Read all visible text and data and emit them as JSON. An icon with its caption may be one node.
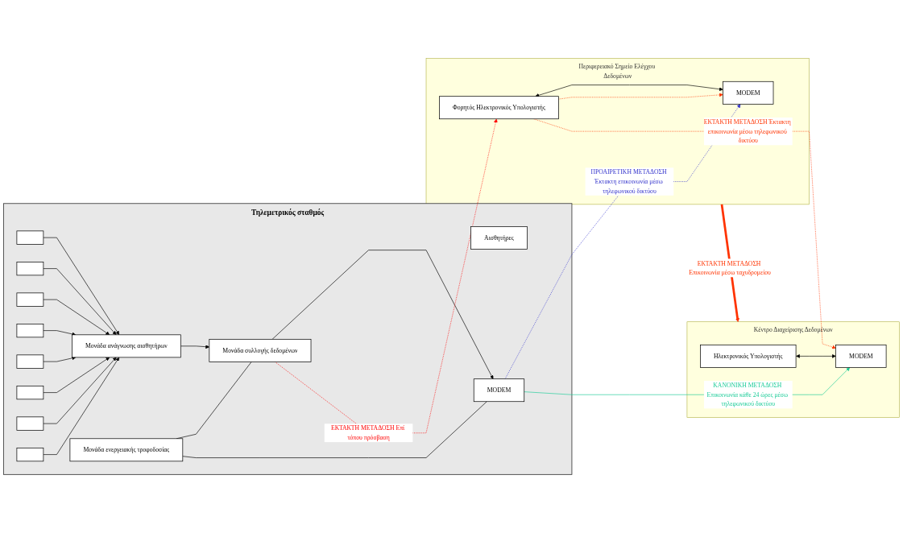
{
  "diagram": {
    "nodes": [
      {
        "text": [
          "Τηλεμετρικός σταθμός"
        ]
      },
      {
        "text": [
          "Αισθητήρες"
        ],
        "in": 0
      },
      {
        "text": [],
        "shape": "box",
        "in": 0
      },
      {
        "text": [],
        "shape": "box",
        "in": 0
      },
      {
        "text": [],
        "shape": "box",
        "in": 0
      },
      {
        "text": [],
        "shape": "box",
        "in": 0
      },
      {
        "text": [],
        "shape": "box",
        "in": 0
      },
      {
        "text": [],
        "shape": "box",
        "in": 0
      },
      {
        "text": [],
        "shape": "box",
        "in": 0
      },
      {
        "text": [],
        "shape": "box",
        "in": 0
      },
      {
        "text": [
          "Μονάδα ανάγνωσης αισθητήρων"
        ],
        "in": 0
      },
      {
        "text": [
          "Μονάδα ενεργειακής τροφοδοσίας"
        ],
        "in": 0
      },
      {
        "text": [
          "Μονάδα συλλογής δεδομένων"
        ],
        "in": 0
      },
      {
        "text": [
          "MODEM"
        ],
        "in": 0
      },
      {
        "text": [
          "Περιφερειακό Σημείο Ελέγχου Δεδομένων"
        ]
      },
      {
        "text": [
          "Φορητός Ηλεκτρονικός Υπολογιστής"
        ],
        "in": 14
      },
      {
        "text": [
          "MODEM"
        ],
        "in": 14
      },
      {
        "text": [
          "Κέντρο Διαχείρισης Δεδομένων"
        ]
      },
      {
        "text": [
          "Ηλεκτρονικός Υπολογιστής"
        ],
        "in": 17
      },
      {
        "text": [
          "MODEM"
        ],
        "in": 17
      }
    ],
    "edges": [
      {
        "from": 2,
        "to": 10,
        "arrow": "to"
      },
      {
        "from": 3,
        "to": 10,
        "arrow": "to"
      },
      {
        "from": 4,
        "to": 10,
        "arrow": "to"
      },
      {
        "from": 5,
        "to": 10,
        "arrow": "to"
      },
      {
        "from": 6,
        "to": 10,
        "arrow": "to"
      },
      {
        "from": 7,
        "to": 10,
        "arrow": "to"
      },
      {
        "from": 8,
        "to": 10,
        "arrow": "to"
      },
      {
        "from": 9,
        "to": 10,
        "arrow": "to"
      },
      {
        "from": 10,
        "to": 12,
        "arrow": "to"
      },
      {
        "from": 11,
        "to": 12,
        "arrow": "none"
      },
      {
        "from": 11,
        "to": 13,
        "arrow": "none"
      },
      {
        "from": 12,
        "to": 13,
        "arrow": "to"
      },
      {
        "from": 12,
        "to": 15,
        "arrow": "to",
        "label": "ΕΚΤΑΚΤΗ ΜΕΤΑΔΟΣΗ Επί τόπου πρόσβαση",
        "style": "dashed",
        "color": "#ff0000"
      },
      {
        "from": 13,
        "to": 16,
        "arrow": "to",
        "label": "ΠΡΟΑΙΡΕΤΙΚΗ ΜΕΤΑΔΟΣΗ Έκτακτη επικοινωνία μέσω τηλεφωνικού δικτύου",
        "style": "dashed",
        "color": "#3333cc"
      },
      {
        "from": 15,
        "to": 16,
        "arrow": "both"
      },
      {
        "from": 15,
        "to": 16,
        "arrow": "to",
        "style": "dashed",
        "color": "#ff3300"
      },
      {
        "from": 15,
        "to": 19,
        "arrow": "to",
        "label": "ΕΚΤΑΚΤΗ ΜΕΤΑΔΟΣΗ Έκτακτη επικοινωνία μέσω τηλεφωνικού δικτύου",
        "style": "dashed",
        "color": "#ff3300"
      },
      {
        "from": 14,
        "to": 17,
        "arrow": "to",
        "label": "ΕΚΤΑΚΤΗ ΜΕΤΑΔΟΣΗ Επικοινωνία μέσω ταχυδρομείου",
        "style": "thick",
        "color": "#ff3300"
      },
      {
        "from": 18,
        "to": 19,
        "arrow": "both"
      },
      {
        "from": 13,
        "to": 19,
        "arrow": "to",
        "label": "ΚΑΝΟΝΙΚΗ ΜΕΤΑΔΟΣΗ Επικοινωνία κάθε 24 ώρες μέσω τηλεφωνικού δικτύου",
        "color": "#1dcc99"
      }
    ]
  }
}
